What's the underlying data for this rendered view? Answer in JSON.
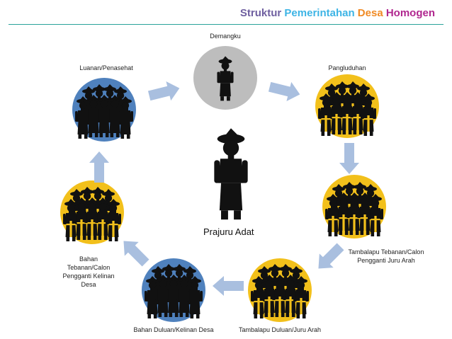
{
  "title": {
    "parts": [
      {
        "text": "Struktur",
        "color": "#6f5fa0"
      },
      {
        "text": "Pemerintahan",
        "color": "#3db4e5"
      },
      {
        "text": "Desa",
        "color": "#f08a24"
      },
      {
        "text": "Homogen",
        "color": "#b0278f"
      }
    ]
  },
  "center": {
    "label": "Prajuru Adat"
  },
  "nodes": {
    "demangku": {
      "label": "Demangku",
      "color": "#bdbdbd",
      "figures": "single"
    },
    "pangluduhan": {
      "label": "Pangluduhan",
      "color": "#f2c01b",
      "figures": "group-gold"
    },
    "tambalapu_tebanan": {
      "label": "Tambalapu Tebanan/Calon Pengganti Juru Arah",
      "color": "#f2c01b",
      "figures": "group-gold"
    },
    "tambalapu_duluan": {
      "label": "Tambalapu Duluan/Juru Arah",
      "color": "#f2c01b",
      "figures": "group-gold"
    },
    "bahan_duluan": {
      "label": "Bahan Duluan/Kelinan Desa",
      "color": "#4f81bd",
      "figures": "group-plain"
    },
    "bahan_tebanan": {
      "label": "Bahan Tebanan/Calon Pengganti Kelinan Desa",
      "color": "#f2c01b",
      "figures": "group-gold"
    },
    "luanan": {
      "label": "Luanan/Penasehat",
      "color": "#4f81bd",
      "figures": "group-plain"
    }
  },
  "colors": {
    "arrow": "#a9bfdf",
    "figure": "#111111",
    "sash": "#f2c01b",
    "rule": "#2aa39a"
  }
}
